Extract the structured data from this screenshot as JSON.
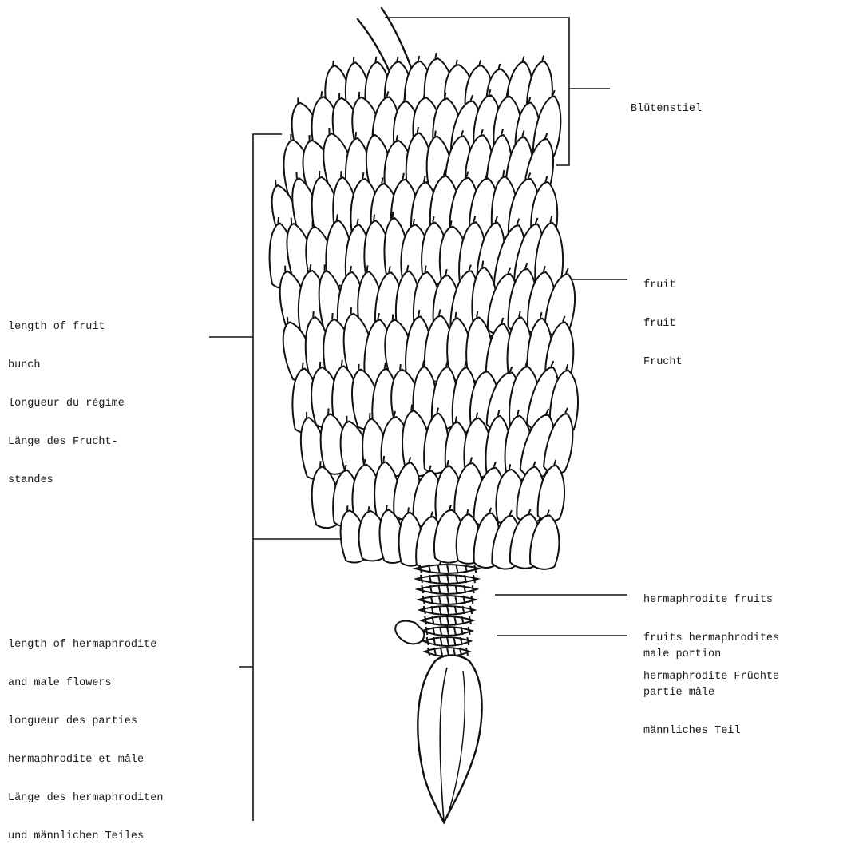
{
  "labels": {
    "peduncle": [
      "Blütenstiel"
    ],
    "fruit": [
      "fruit",
      "fruit",
      "Frucht"
    ],
    "bunch_length": [
      "length of fruit",
      "bunch",
      "longueur du régime",
      "Länge des Frucht-",
      "standes"
    ],
    "herm_fruits": [
      "hermaphrodite fruits",
      "fruits hermaphrodites",
      "hermaphrodite Früchte"
    ],
    "herm_male_length": [
      "length of hermaphrodite",
      "and male flowers",
      "longueur des parties",
      "hermaphrodite et mâle",
      "Länge des hermaphroditen",
      "und männlichen Teiles"
    ],
    "male_portion": [
      "male portion",
      "partie mâle",
      "männliches Teil"
    ]
  },
  "colors": {
    "ink": "#111111",
    "paper": "#ffffff"
  }
}
